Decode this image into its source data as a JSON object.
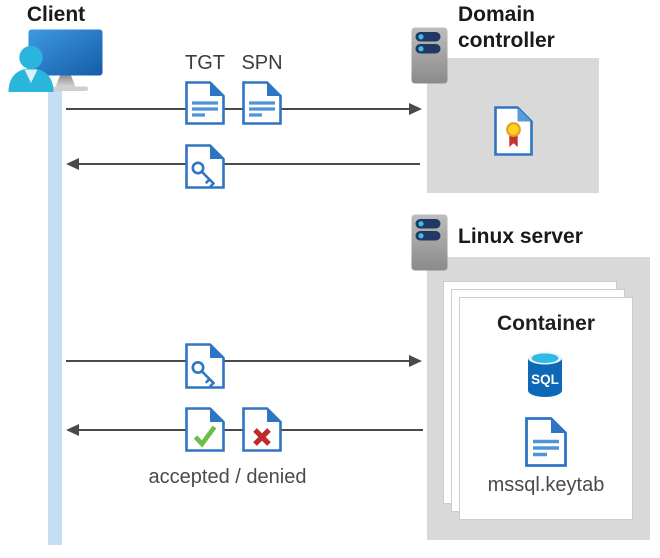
{
  "diagram": {
    "client": {
      "label": "Client"
    },
    "domain_controller": {
      "label": "Domain controller"
    },
    "linux_server": {
      "label": "Linux server"
    },
    "container": {
      "label": "Container",
      "sql_badge": "SQL",
      "keytab_file": "mssql.keytab"
    },
    "messages": {
      "tgt": "TGT",
      "spn": "SPN",
      "result": "accepted / denied"
    },
    "colors": {
      "doc_blue": "#2e75c4",
      "doc_line_blue": "#4e94d6",
      "lifeline_blue": "#c5def5",
      "zone_gray": "#d9d9d9",
      "arrow_gray": "#4a4a4a",
      "check_green": "#6abe45",
      "cross_red": "#bf2b2b",
      "sql_body_blue": "#0f68b6",
      "sql_top_cyan": "#2fb9e4",
      "rosette_yellow": "#ffd21f",
      "ribbon_red": "#c5352c",
      "person_cyan": "#2ab5dc"
    },
    "icons": [
      "client-user-monitor-icon",
      "server-icon",
      "document-icon",
      "key-document-icon",
      "certificate-document-icon",
      "check-document-icon",
      "cross-document-icon",
      "sql-database-icon",
      "keytab-document-icon"
    ]
  }
}
